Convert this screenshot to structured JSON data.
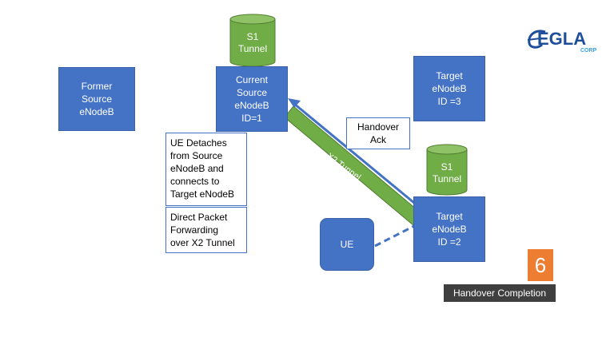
{
  "nodes": {
    "former_source": {
      "lines": [
        "Former",
        "Source",
        "eNodeB"
      ]
    },
    "current_source": {
      "lines": [
        "Current",
        "Source",
        "eNodeB",
        "ID=1"
      ]
    },
    "target_3": {
      "lines": [
        "Target",
        "eNodeB",
        "ID =3"
      ]
    },
    "target_2": {
      "lines": [
        "Target",
        "eNodeB",
        "ID =2"
      ]
    },
    "ue": {
      "label": "UE"
    }
  },
  "tunnels": {
    "s1_source": {
      "lines": [
        "S1",
        "Tunnel"
      ]
    },
    "s1_target": {
      "lines": [
        "S1",
        "Tunnel"
      ]
    },
    "x2": {
      "label": "X2 Tunnel"
    }
  },
  "notes": {
    "handover_ack": {
      "lines": [
        "Handover",
        "Ack"
      ]
    },
    "ue_detach": {
      "lines": [
        "UE Detaches",
        "from Source",
        "eNodeB and",
        "connects to",
        "Target eNodeB"
      ]
    },
    "forwarding": {
      "lines": [
        "Direct Packet",
        "Forwarding",
        "over X2 Tunnel"
      ]
    }
  },
  "logo": {
    "text": "EGLA",
    "sub": "CORP"
  },
  "step": {
    "number": "6",
    "caption": "Handover Completion"
  },
  "colors": {
    "node": "#4472c4",
    "tunnel": "#70ad47",
    "step": "#ed7d31",
    "caption_bg": "#3f3f3f"
  }
}
